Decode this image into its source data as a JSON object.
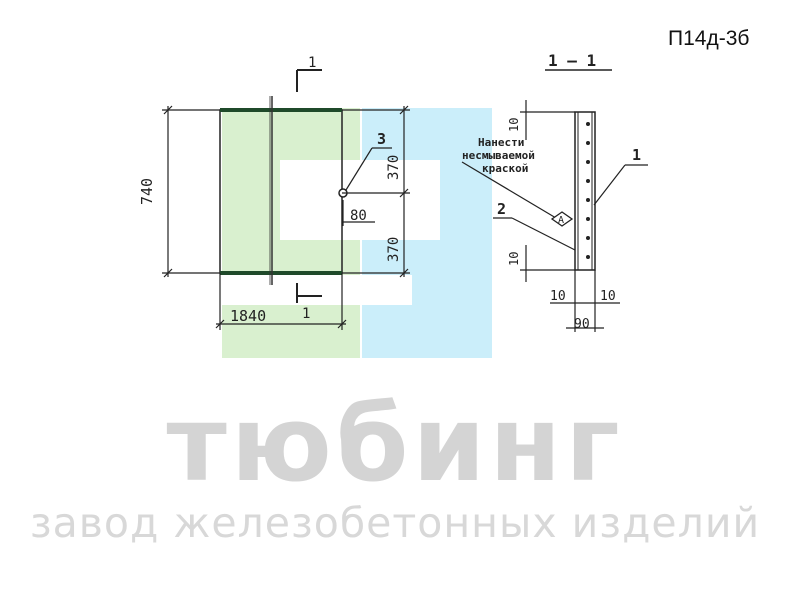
{
  "drawing": {
    "code": "П14д-3б",
    "section_mark": "1",
    "section_label": "1 – 1",
    "dim_width": "1840",
    "dim_height": "740",
    "dim_half_upper": "370",
    "dim_half_lower": "370",
    "dim_offset": "80",
    "dim_edge_top": "10",
    "dim_edge_bottom": "10",
    "dim_bottom_left": "10",
    "dim_bottom_right": "10",
    "dim_thickness": "90",
    "callout_item_3": "3",
    "callout_item_2": "2",
    "callout_item_1": "1",
    "note_line1": "Нанести",
    "note_line2": "несмываемой",
    "note_line3": "краской",
    "note_symbol": "А"
  },
  "watermark": {
    "title": "тюбинг",
    "subtitle": "завод железобетонных изделий",
    "color_green": "#d9f0cf",
    "color_blue": "#cbeefa",
    "color_gray": "#d4d4d4"
  }
}
